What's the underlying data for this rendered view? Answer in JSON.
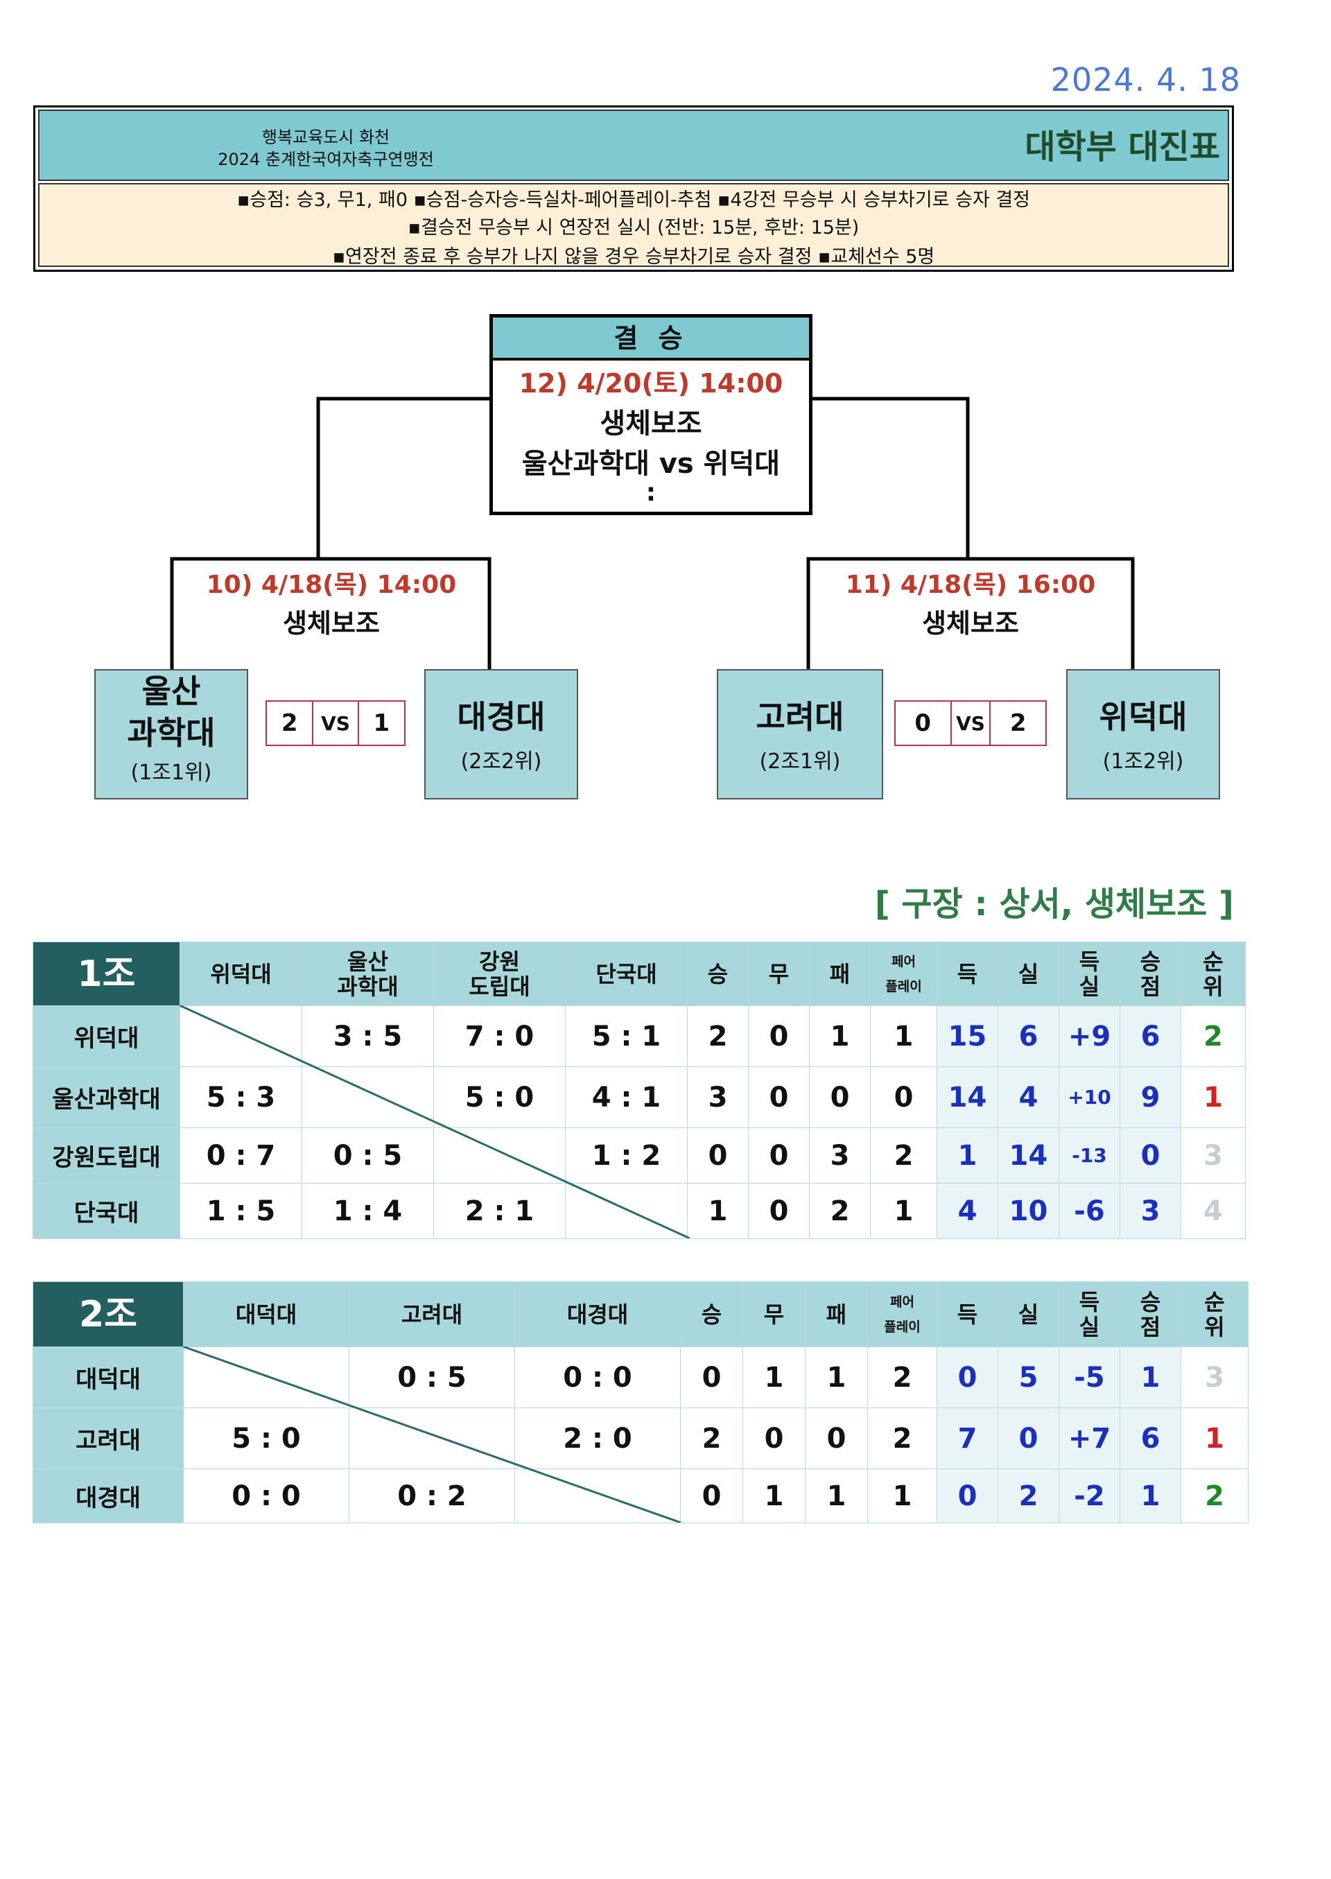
{
  "date": "2024. 4. 18",
  "header": {
    "org": "행복교육도시 화천",
    "tournament": "2024 춘계한국여자축구연맹전",
    "title": "대학부 대진표",
    "rules": [
      "▪승점: 승3, 무1, 패0    ▪승점-승자승-득실차-페어플레이-추첨    ▪4강전 무승부 시 승부차기로 승자 결정",
      "▪결승전 무승부 시 연장전 실시 (전반: 15분, 후반: 15분)",
      "▪연장전 종료 후 승부가 나지 않을 경우 승부차기로 승자 결정  ▪교체선수 5명"
    ]
  },
  "bracket": {
    "final": {
      "label": "결 승",
      "time": "12) 4/20(토) 14:00",
      "venue": "생체보조",
      "match": "울산과학대 vs 위덕대",
      "score": ":"
    },
    "semis": [
      {
        "time": "10) 4/18(목) 14:00",
        "venue": "생체보조",
        "team_a": {
          "name1": "울산",
          "name2": "과학대",
          "rank": "(1조1위)"
        },
        "team_b": {
          "name": "대경대",
          "rank": "(2조2위)"
        },
        "score_a": "2",
        "vs": "VS",
        "score_b": "1"
      },
      {
        "time": "11) 4/18(목) 16:00",
        "venue": "생체보조",
        "team_a": {
          "name": "고려대",
          "rank": "(2조1위)"
        },
        "team_b": {
          "name": "위덕대",
          "rank": "(1조2위)"
        },
        "score_a": "0",
        "vs": "VS",
        "score_b": "2"
      }
    ]
  },
  "venue_label": "[ 구장 : 상서, 생체보조 ]",
  "group1": {
    "name": "1조",
    "columns": [
      "위덕대",
      "울산\n과학대",
      "강원\n도립대",
      "단국대",
      "승",
      "무",
      "패",
      "페어\n플레이",
      "득",
      "실",
      "득\n실",
      "승\n점",
      "순\n위"
    ],
    "rows": [
      {
        "team": "위덕대",
        "cells": [
          "",
          "3 : 5",
          "7 : 0",
          "5 : 1"
        ],
        "stats": [
          "2",
          "0",
          "1",
          "1",
          "15",
          "6",
          "+9",
          "6",
          "2"
        ]
      },
      {
        "team": "울산과학대",
        "cells": [
          "5 : 3",
          "",
          "5 : 0",
          "4 : 1"
        ],
        "stats": [
          "3",
          "0",
          "0",
          "0",
          "14",
          "4",
          "+10",
          "9",
          "1"
        ]
      },
      {
        "team": "강원도립대",
        "cells": [
          "0 : 7",
          "0 : 5",
          "",
          "1 : 2"
        ],
        "stats": [
          "0",
          "0",
          "3",
          "2",
          "1",
          "14",
          "-13",
          "0",
          "3"
        ]
      },
      {
        "team": "단국대",
        "cells": [
          "1 : 5",
          "1 : 4",
          "2 : 1",
          ""
        ],
        "stats": [
          "1",
          "0",
          "2",
          "1",
          "4",
          "10",
          "-6",
          "3",
          "4"
        ]
      }
    ]
  },
  "group2": {
    "name": "2조",
    "columns": [
      "대덕대",
      "고려대",
      "대경대",
      "승",
      "무",
      "패",
      "페어\n플레이",
      "득",
      "실",
      "득\n실",
      "승\n점",
      "순\n위"
    ],
    "rows": [
      {
        "team": "대덕대",
        "cells": [
          "",
          "0 : 5",
          "0 : 0"
        ],
        "stats": [
          "0",
          "1",
          "1",
          "2",
          "0",
          "5",
          "-5",
          "1",
          "3"
        ]
      },
      {
        "team": "고려대",
        "cells": [
          "5 : 0",
          "",
          "2 : 0"
        ],
        "stats": [
          "2",
          "0",
          "0",
          "2",
          "7",
          "0",
          "+7",
          "6",
          "1"
        ]
      },
      {
        "team": "대경대",
        "cells": [
          "0 : 0",
          "0 : 2",
          ""
        ],
        "stats": [
          "0",
          "1",
          "1",
          "1",
          "0",
          "2",
          "-2",
          "1",
          "2"
        ]
      }
    ]
  },
  "colors": {
    "header_bg": "#7fc9d1",
    "rules_bg": "#fdf0d7",
    "team_bg": "#a8d8db",
    "group_label_bg": "#235f5f",
    "time_red": "#c0392b",
    "venue_green": "#2e7d46",
    "date_blue": "#4a78d6"
  }
}
